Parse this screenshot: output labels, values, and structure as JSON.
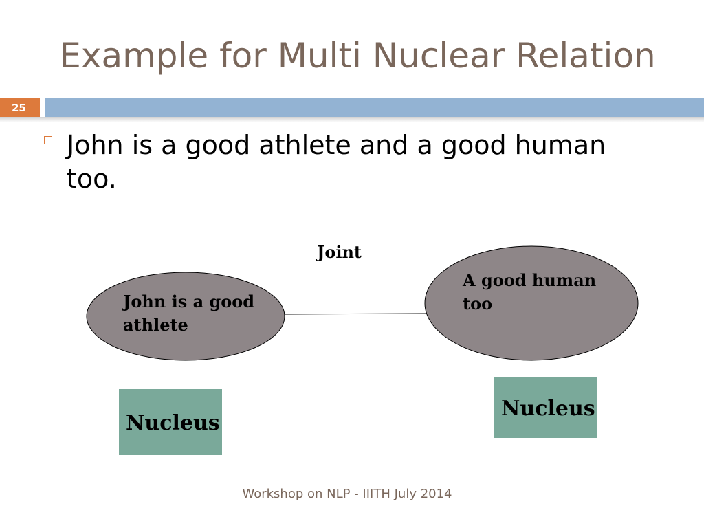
{
  "slide": {
    "title": "Example for Multi Nuclear Relation",
    "number": "25",
    "bullet": "John is a good athlete and a good human too.",
    "footer": "Workshop on NLP - IIITH July 2014"
  },
  "diagram": {
    "relation_label": "Joint",
    "left_span": "John is a good athlete",
    "right_span": "A good human too",
    "left_role": "Nucleus",
    "right_role": "Nucleus",
    "ellipse_color": "#8e8688",
    "nucleus_box_color": "#7aa99a"
  },
  "theme": {
    "title_color": "#7a675b",
    "accent_color": "#dd7a3c",
    "bar_color": "#93b3d3"
  }
}
